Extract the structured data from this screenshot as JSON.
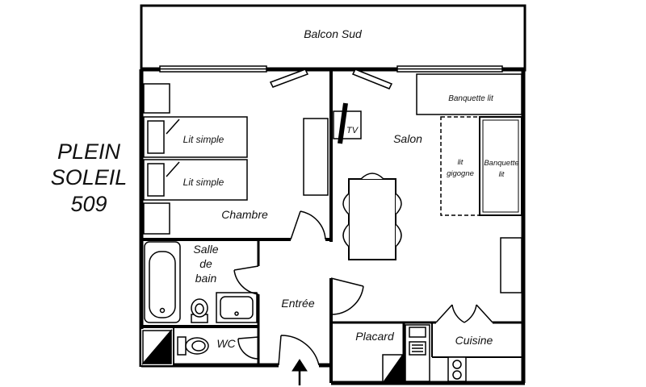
{
  "title": {
    "line1": "PLEIN",
    "line2": "SOLEIL",
    "line3": "509"
  },
  "rooms": {
    "balcon": "Balcon Sud",
    "salon": "Salon",
    "chambre": "Chambre",
    "salle_de_bain": [
      "Salle",
      "de",
      "bain"
    ],
    "entree": "Entrée",
    "wc": "WC",
    "placard": "Placard",
    "cuisine": "Cuisine"
  },
  "furniture": {
    "lit_simple_1": "Lit simple",
    "lit_simple_2": "Lit simple",
    "tv": "TV",
    "banquette_lit_top": "Banquette lit",
    "lit_gigogne": [
      "lit",
      "gigogne"
    ],
    "banquette_lit_side": [
      "Banquette",
      "lit"
    ]
  }
}
